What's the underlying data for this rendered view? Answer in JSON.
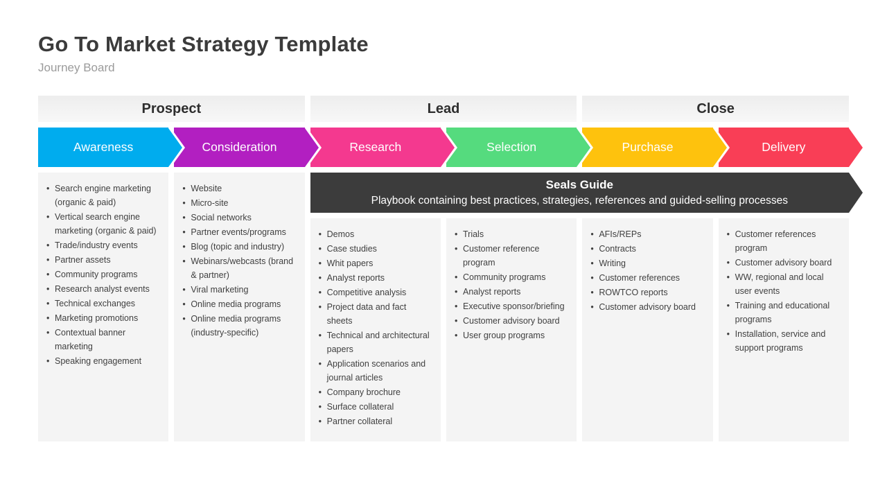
{
  "title": "Go To Market Strategy Template",
  "subtitle": "Journey Board",
  "phases": [
    {
      "label": "Prospect"
    },
    {
      "label": "Lead"
    },
    {
      "label": "Close"
    }
  ],
  "stages": [
    {
      "label": "Awareness",
      "color": "#00ACEE",
      "items": [
        "Search engine marketing (organic & paid)",
        "Vertical search engine marketing (organic & paid)",
        "Trade/industry events",
        "Partner assets",
        "Community programs",
        "Research analyst events",
        "Technical exchanges",
        "Marketing promotions",
        "Contextual banner marketing",
        "Speaking engagement"
      ]
    },
    {
      "label": "Consideration",
      "color": "#B21FC1",
      "items": [
        "Website",
        "Micro-site",
        "Social networks",
        "Partner events/programs",
        "Blog (topic and industry)",
        "Webinars/webcasts (brand & partner)",
        "Viral marketing",
        "Online media programs",
        "Online media programs (industry-specific)"
      ]
    },
    {
      "label": "Research",
      "color": "#F4398F",
      "items": [
        "Demos",
        "Case studies",
        "Whit papers",
        "Analyst reports",
        "Competitive analysis",
        "Project data and fact sheets",
        "Technical and architectural papers",
        "Application scenarios and journal articles",
        "Company brochure",
        "Surface collateral",
        "Partner collateral"
      ]
    },
    {
      "label": "Selection",
      "color": "#55DB7E",
      "items": [
        "Trials",
        "Customer reference program",
        "Community programs",
        "Analyst reports",
        "Executive sponsor/briefing",
        "Customer advisory board",
        "User group programs"
      ]
    },
    {
      "label": "Purchase",
      "color": "#FEC20D",
      "items": [
        "AFIs/REPs",
        "Contracts",
        "Writing",
        "Customer references",
        "ROWTCO reports",
        "Customer advisory board"
      ]
    },
    {
      "label": "Delivery",
      "color": "#F93E56",
      "items": [
        "Customer references program",
        "Customer advisory board",
        "WW, regional and local user events",
        "Training and educational programs",
        "Installation, service and support programs"
      ]
    }
  ],
  "seals_guide": {
    "title": "Seals Guide",
    "description": "Playbook containing best practices, strategies, references and guided-selling processes",
    "color": "#3C3C3C"
  }
}
